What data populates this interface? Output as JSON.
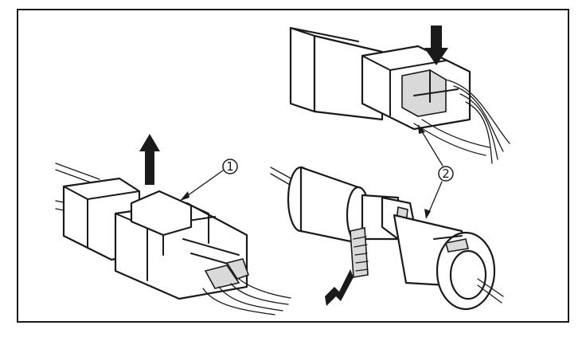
{
  "callouts": [
    {
      "id": "1",
      "label": "①"
    },
    {
      "id": "2",
      "label": "②"
    }
  ],
  "figures": [
    {
      "name": "left-connector",
      "arrow": "release-up"
    },
    {
      "name": "top-right-connector",
      "arrow": "press-down"
    },
    {
      "name": "bottom-right-connector",
      "arrow": "press-side"
    }
  ],
  "colors": {
    "ink": "#1a1a1a",
    "paper": "#ffffff"
  }
}
